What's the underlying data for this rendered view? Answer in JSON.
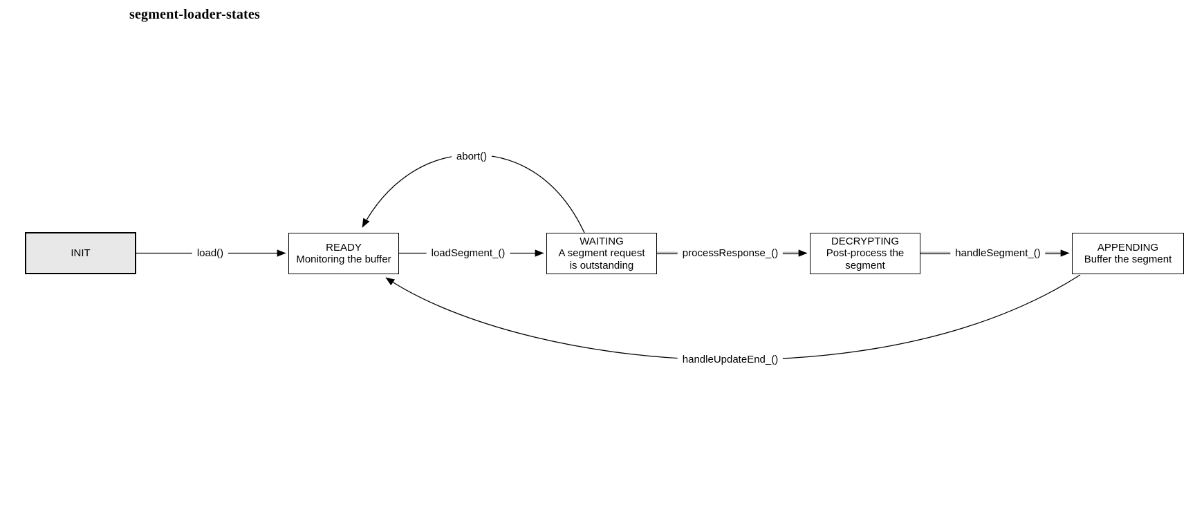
{
  "title": "segment-loader-states",
  "diagram": {
    "states": [
      {
        "id": "init",
        "name": "INIT",
        "description": "",
        "emphasized": true
      },
      {
        "id": "ready",
        "name": "READY",
        "description": "Monitoring the buffer",
        "emphasized": false
      },
      {
        "id": "waiting",
        "name": "WAITING",
        "description": "A segment request is outstanding",
        "emphasized": false
      },
      {
        "id": "decrypting",
        "name": "DECRYPTING",
        "description": "Post-process the segment",
        "emphasized": false
      },
      {
        "id": "appending",
        "name": "APPENDING",
        "description": "Buffer the segment",
        "emphasized": false
      }
    ],
    "transitions": [
      {
        "from": "INIT",
        "to": "READY",
        "label": "load()"
      },
      {
        "from": "READY",
        "to": "WAITING",
        "label": "loadSegment_()"
      },
      {
        "from": "WAITING",
        "to": "DECRYPTING",
        "label": "processResponse_()"
      },
      {
        "from": "DECRYPTING",
        "to": "APPENDING",
        "label": "handleSegment_()"
      },
      {
        "from": "WAITING",
        "to": "READY",
        "label": "abort()"
      },
      {
        "from": "APPENDING",
        "to": "READY",
        "label": "handleUpdateEnd_()"
      }
    ],
    "colors": {
      "background": "#ffffff",
      "line": "#000000",
      "box_border": "#000000",
      "init_fill": "#e8e8e8",
      "connector_glow": "#e2e2e2"
    }
  }
}
